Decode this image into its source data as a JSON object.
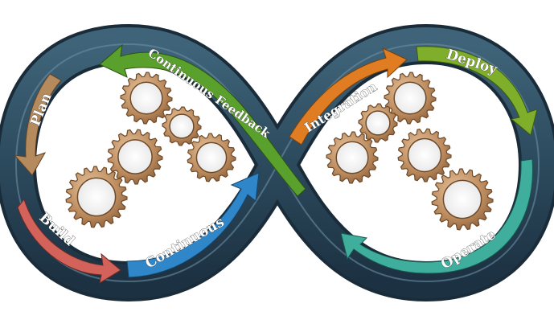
{
  "stages": [
    {
      "id": "plan",
      "label": "Plan",
      "color": "#b58a5c"
    },
    {
      "id": "build",
      "label": "Build",
      "color": "#d2625a"
    },
    {
      "id": "continuous",
      "label": "Continuous",
      "color": "#2f86c8"
    },
    {
      "id": "integration",
      "label": "Integration",
      "color": "#e07d22"
    },
    {
      "id": "deploy",
      "label": "Deploy",
      "color": "#7fae2b"
    },
    {
      "id": "operate",
      "label": "Operate",
      "color": "#3fae9c"
    },
    {
      "id": "continuous-feedback",
      "label": "Continuous Feedback",
      "color": "#5aa02c"
    }
  ],
  "palette": {
    "loop_outer": "#243f52",
    "loop_inner": "#4f7389",
    "gear": "#b8875a",
    "gear_dark": "#6e4a2a"
  }
}
